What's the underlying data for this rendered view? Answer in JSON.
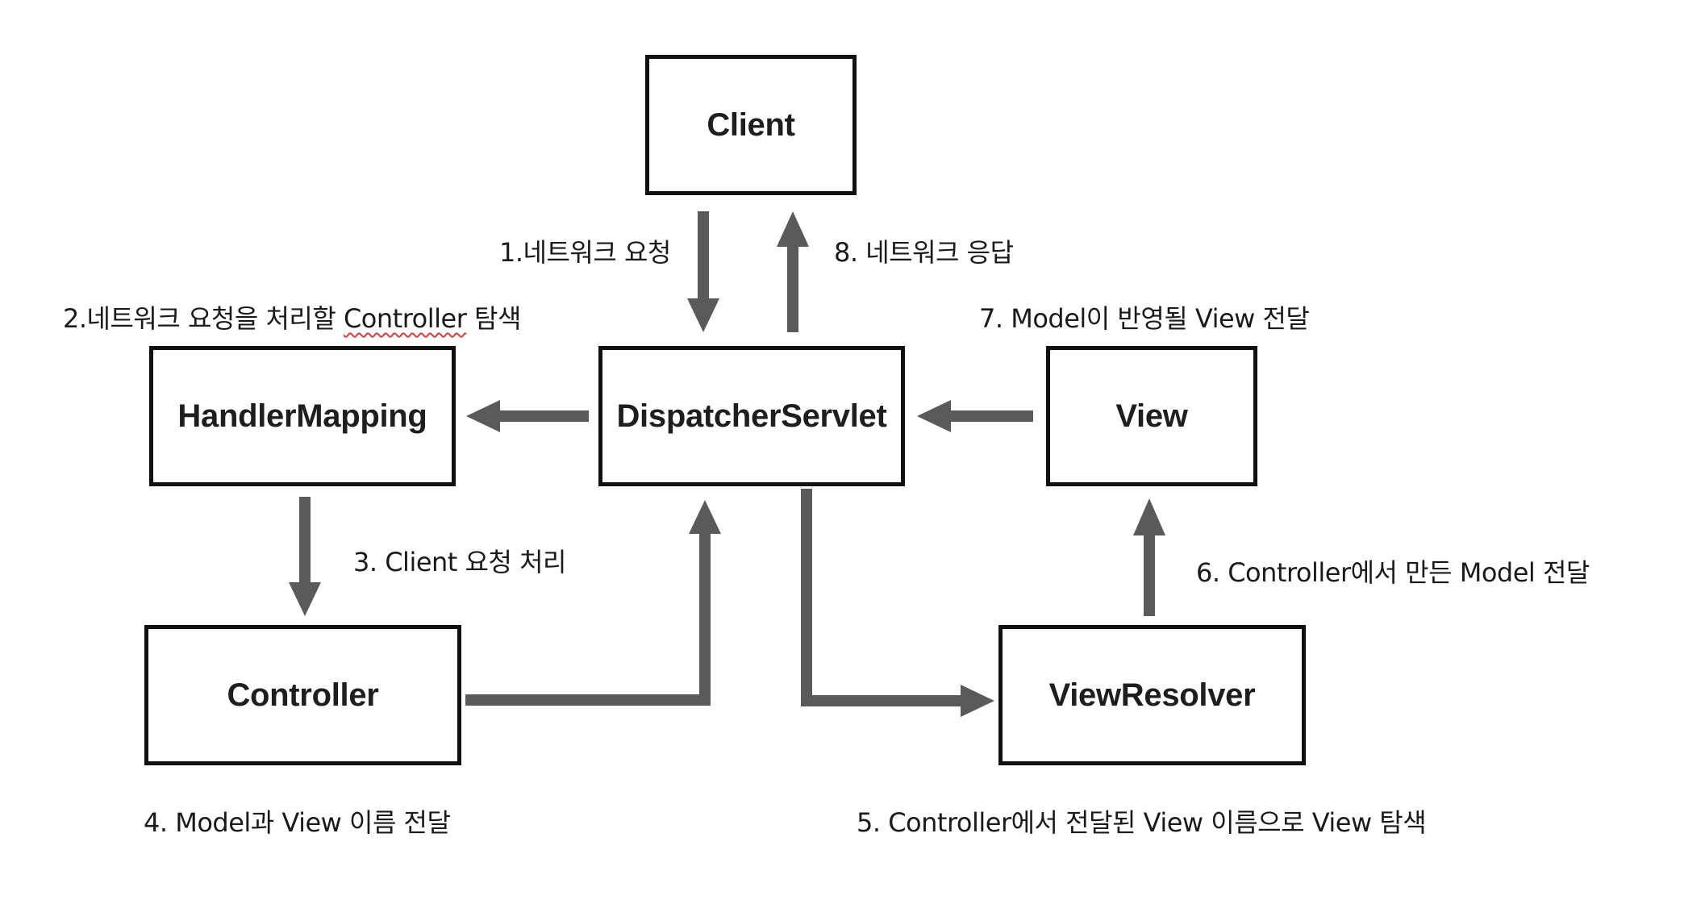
{
  "nodes": {
    "client": "Client",
    "dispatcher": "DispatcherServlet",
    "handler_mapping": "HandlerMapping",
    "view": "View",
    "controller": "Controller",
    "view_resolver": "ViewResolver"
  },
  "steps": {
    "step1": "1.네트워크 요청",
    "step2_prefix": "2.네트워크 요청을 처리할 ",
    "step2_word": "Controller",
    "step2_suffix": " 탐색",
    "step3": "3. Client 요청 처리",
    "step4": "4. Model과 View 이름 전달",
    "step5": "5. Controller에서 전달된 View 이름으로 View 탐색",
    "step6": "6. Controller에서 만든 Model 전달",
    "step7": "7. Model이 반영될 View 전달",
    "step8": "8. 네트워크 응답"
  },
  "colors": {
    "arrow": "#5a5a5a",
    "box_border": "#111111",
    "text": "#1a1a1a"
  }
}
